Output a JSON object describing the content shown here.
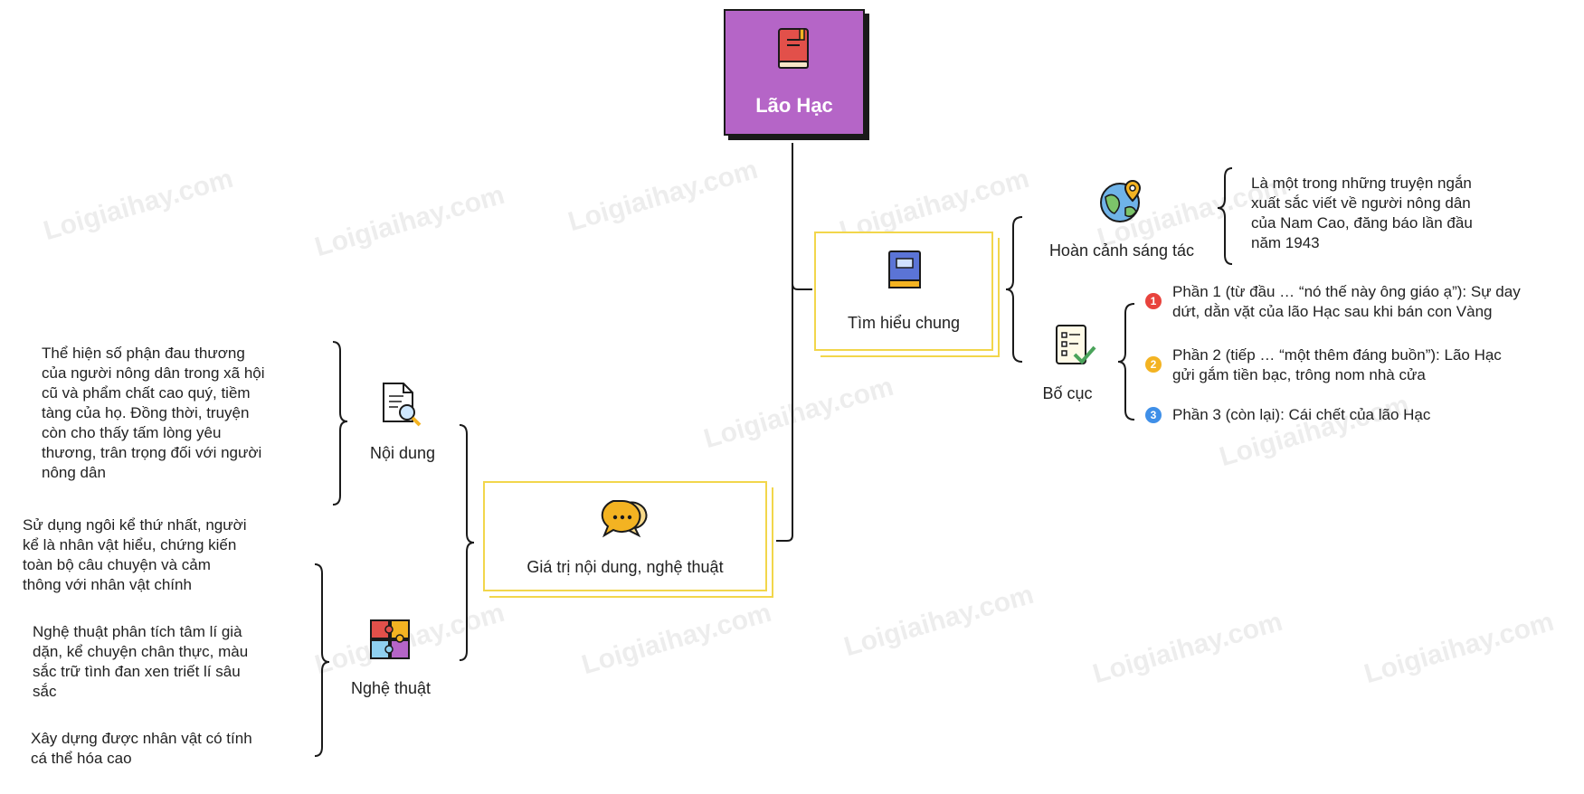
{
  "root": {
    "title": "Lão Hạc",
    "icon": "book-icon",
    "color": "#b565c7"
  },
  "branches": {
    "general": {
      "label": "Tìm hiểu chung",
      "icon": "book-stack-icon",
      "circumstance": {
        "label": "Hoàn cảnh sáng tác",
        "icon": "globe-pin-icon",
        "text": [
          "Là một trong những truyện ngắn",
          "xuất sắc viết về người nông dân",
          "của Nam Cao, đăng báo lần đầu",
          "năm 1943"
        ]
      },
      "layout": {
        "label": "Bố cục",
        "icon": "checklist-icon",
        "parts": [
          {
            "num": "1",
            "color": "#e8433d",
            "lines": [
              "Phần 1 (từ đầu … “nó thế này ông giáo ạ”): Sự day",
              "dứt, dằn vặt của lão Hạc sau khi bán con Vàng"
            ]
          },
          {
            "num": "2",
            "color": "#f3b322",
            "lines": [
              "Phần 2 (tiếp … “một thêm đáng buồn”): Lão Hạc",
              "gửi gắm tiền bạc, trông nom nhà cửa"
            ]
          },
          {
            "num": "3",
            "color": "#3f8fe8",
            "lines": [
              "Phần 3 (còn lại): Cái chết của lão Hạc"
            ]
          }
        ]
      }
    },
    "values": {
      "label": "Giá trị nội dung, nghệ thuật",
      "icon": "chat-bubbles-icon",
      "content": {
        "label": "Nội dung",
        "icon": "document-search-icon",
        "text": [
          "Thể hiện số phận đau thương",
          "của người nông dân trong xã hội",
          "cũ và phẩm chất cao quý, tiềm",
          "tàng của họ. Đồng thời, truyện",
          "còn cho thấy tấm lòng yêu",
          "thương, trân trọng đối với người",
          "nông dân"
        ]
      },
      "art": {
        "label": "Nghệ thuật",
        "icon": "puzzle-icon",
        "items": [
          [
            "Sử dụng ngôi kể thứ nhất, người",
            "kể là nhân vật hiểu, chứng kiến",
            "toàn bộ câu chuyện và cảm",
            "thông với nhân vật chính"
          ],
          [
            "Nghệ thuật phân tích tâm lí già",
            "dặn, kể chuyện chân thực, màu",
            "sắc trữ tình đan xen triết lí sâu",
            "sắc"
          ],
          [
            "Xây dựng được nhân vật có tính",
            "cá thể hóa cao"
          ]
        ]
      }
    }
  },
  "watermark": "Loigiaihay.com"
}
